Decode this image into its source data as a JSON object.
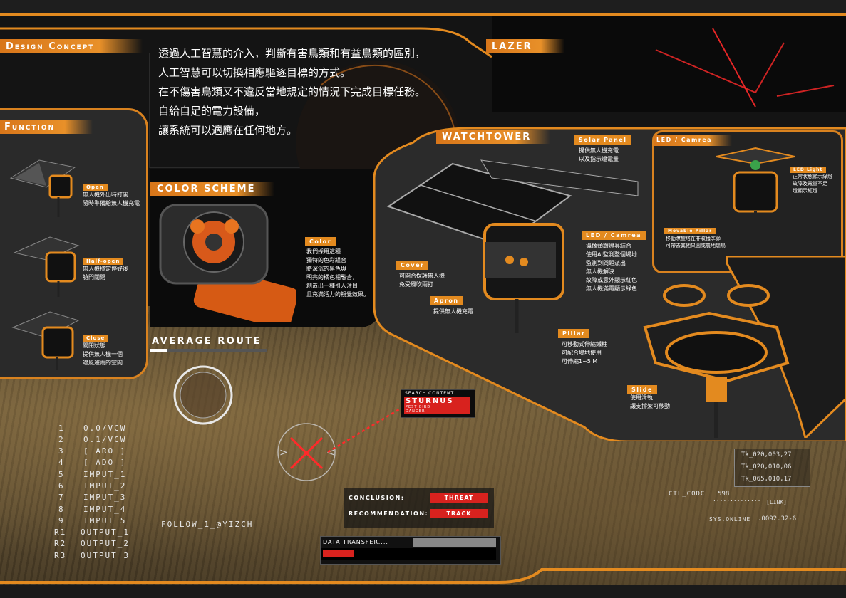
{
  "sections": {
    "design_concept": "Design Concept",
    "lazer": "LAZER",
    "function": "Function",
    "watchtower": "WATCHTOWER",
    "color_scheme": "COLOR SCHEME",
    "average_route": "AVERAGE ROUTE"
  },
  "concept_lines": [
    "透過人工智慧的介入，判斷有害鳥類和有益鳥類的區別，",
    "人工智慧可以切換相應驅逐目標的方式。",
    "在不傷害鳥類又不違反當地規定的情況下完成目標任務。",
    "自給自足的電力設備，",
    "讓系統可以適應在任何地方。"
  ],
  "function_items": [
    {
      "label": "Open",
      "desc": [
        "無人機外出時打開",
        "隨時準備給無人機充電"
      ]
    },
    {
      "label": "Half-open",
      "desc": [
        "無人機穩定停好後",
        "艙門關閉"
      ]
    },
    {
      "label": "Close",
      "desc": [
        "關閉狀態",
        "提供無人機一個",
        "遮風避雨的空間"
      ]
    }
  ],
  "color": {
    "label": "Color",
    "desc": [
      "我們採用這種",
      "獨特的色彩組合",
      "將深沉的黑色與",
      "明亮的橘色相融合，",
      "創造出一種引人注目",
      "且充滿活力的視覺效果。"
    ]
  },
  "watchtower": {
    "solar_panel": {
      "label": "Solar Panel",
      "desc": [
        "提供無人機充電",
        "以及指示燈電量"
      ]
    },
    "led_camrea": {
      "label": "LED / Camrea",
      "desc": [
        "攝像頭跟燈具結合",
        "使用AI監測整個場地",
        "監測到問題派出",
        "無人機解決",
        "故障或意外顯示紅色",
        "無人機滿電顯示綠色"
      ]
    },
    "cover": {
      "label": "Cover",
      "desc": [
        "可開合保護無人機",
        "免受風吹雨打"
      ]
    },
    "apron": {
      "label": "Apron",
      "desc": [
        "提供無人機充電"
      ]
    },
    "pillar": {
      "label": "Pillar",
      "desc": [
        "可移動式伸縮鐵柱",
        "可配合場地使用",
        "可伸縮1~5 M"
      ]
    },
    "slide": {
      "label": "Slide",
      "desc": [
        "使用滑軌",
        "讓支撐架可移動"
      ]
    }
  },
  "led_inset": {
    "title": "LED / Camrea",
    "led_light": {
      "label": "LED Light",
      "desc": [
        "正常狀態顯示綠燈",
        "故障及電量不足",
        "燈顯示紅燈"
      ]
    },
    "movable_pillar": {
      "label": "Movable Pillar",
      "desc": [
        "移動瞭望塔在非收穫季節",
        "可帶去其他果園或農地驅鳥"
      ]
    }
  },
  "route_list": [
    {
      "num": "1",
      "text": "0.0/VCW"
    },
    {
      "num": "2",
      "text": "0.1/VCW"
    },
    {
      "num": "3",
      "text": "[ ARO ]"
    },
    {
      "num": "4",
      "text": "[ ADO ]"
    },
    {
      "num": "5",
      "text": "IMPUT_1"
    },
    {
      "num": "6",
      "text": "IMPUT_2"
    },
    {
      "num": "7",
      "text": "IMPUT_3"
    },
    {
      "num": "8",
      "text": "IMPUT_4"
    },
    {
      "num": "9",
      "text": "IMPUT_5"
    },
    {
      "num": "R1",
      "text": "OUTPUT_1"
    },
    {
      "num": "R2",
      "text": "OUTPUT_2"
    },
    {
      "num": "R3",
      "text": "OUTPUT_3"
    }
  ],
  "follow": "FOLLOW_1_@YIZCH",
  "search": {
    "title": "SEARCH CONTENT",
    "name": "STURNUS",
    "line1": "PEST BIRD",
    "line2": "DANGER"
  },
  "conclusion": {
    "conclusion_label": "CONCLUSION:",
    "conclusion_value": "THREAT",
    "recommendation_label": "RECOMMENDATION:",
    "recommendation_value": "TRACK"
  },
  "data_transfer": {
    "label": "DATA TRANSFER....",
    "progress": 0.18
  },
  "telemetry": {
    "tk_lines": [
      "Tk_020,003,27",
      "Tk_020,010,06",
      "Tk_065,010,17"
    ],
    "ctl_label": "CTL_CODC",
    "ctl_value": "598",
    "dots": "..............",
    "link": "[LINK]",
    "sys": "SYS.ONLINE",
    "sys_value": ".0092.32-6"
  },
  "colors": {
    "accent": "#e38a1f",
    "alert": "#d8221e",
    "panel": "#2a2a2a"
  }
}
